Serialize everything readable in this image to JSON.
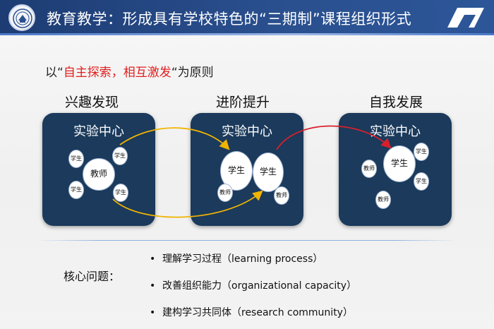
{
  "header": {
    "title": "教育教学：形成具有学校特色的“三期制”课程组织形式"
  },
  "principle": {
    "prefix": "以“",
    "highlight": "自主探索，相互激发",
    "suffix": "“为原则",
    "highlight_color": "#e02020"
  },
  "stages": [
    {
      "title": "兴趣发现",
      "box_title": "实验中心",
      "bubbles": [
        "学生",
        "学生",
        "教师",
        "学生",
        "学生"
      ]
    },
    {
      "title": "进阶提升",
      "box_title": "实验中心",
      "bubbles": [
        "学生",
        "学生",
        "教师",
        "教师"
      ]
    },
    {
      "title": "自我发展",
      "box_title": "实验中心",
      "bubbles": [
        "学生",
        "学生",
        "教师",
        "学生",
        "教师"
      ]
    }
  ],
  "core": {
    "label": "核心问题：",
    "items": [
      "理解学习过程（learning process）",
      "改善组织能力（organizational capacity）",
      "建构学习共同体（research community）"
    ],
    "bullet_glyph": "•"
  },
  "colors": {
    "header_bg": "#1d3c73",
    "box_bg": "#1b3a5c",
    "arrow_yellow": "#f0b400",
    "arrow_red": "#d8202a"
  },
  "icons": {
    "logo": "school-seal-icon",
    "header_mark": "corner-mark-icon"
  }
}
